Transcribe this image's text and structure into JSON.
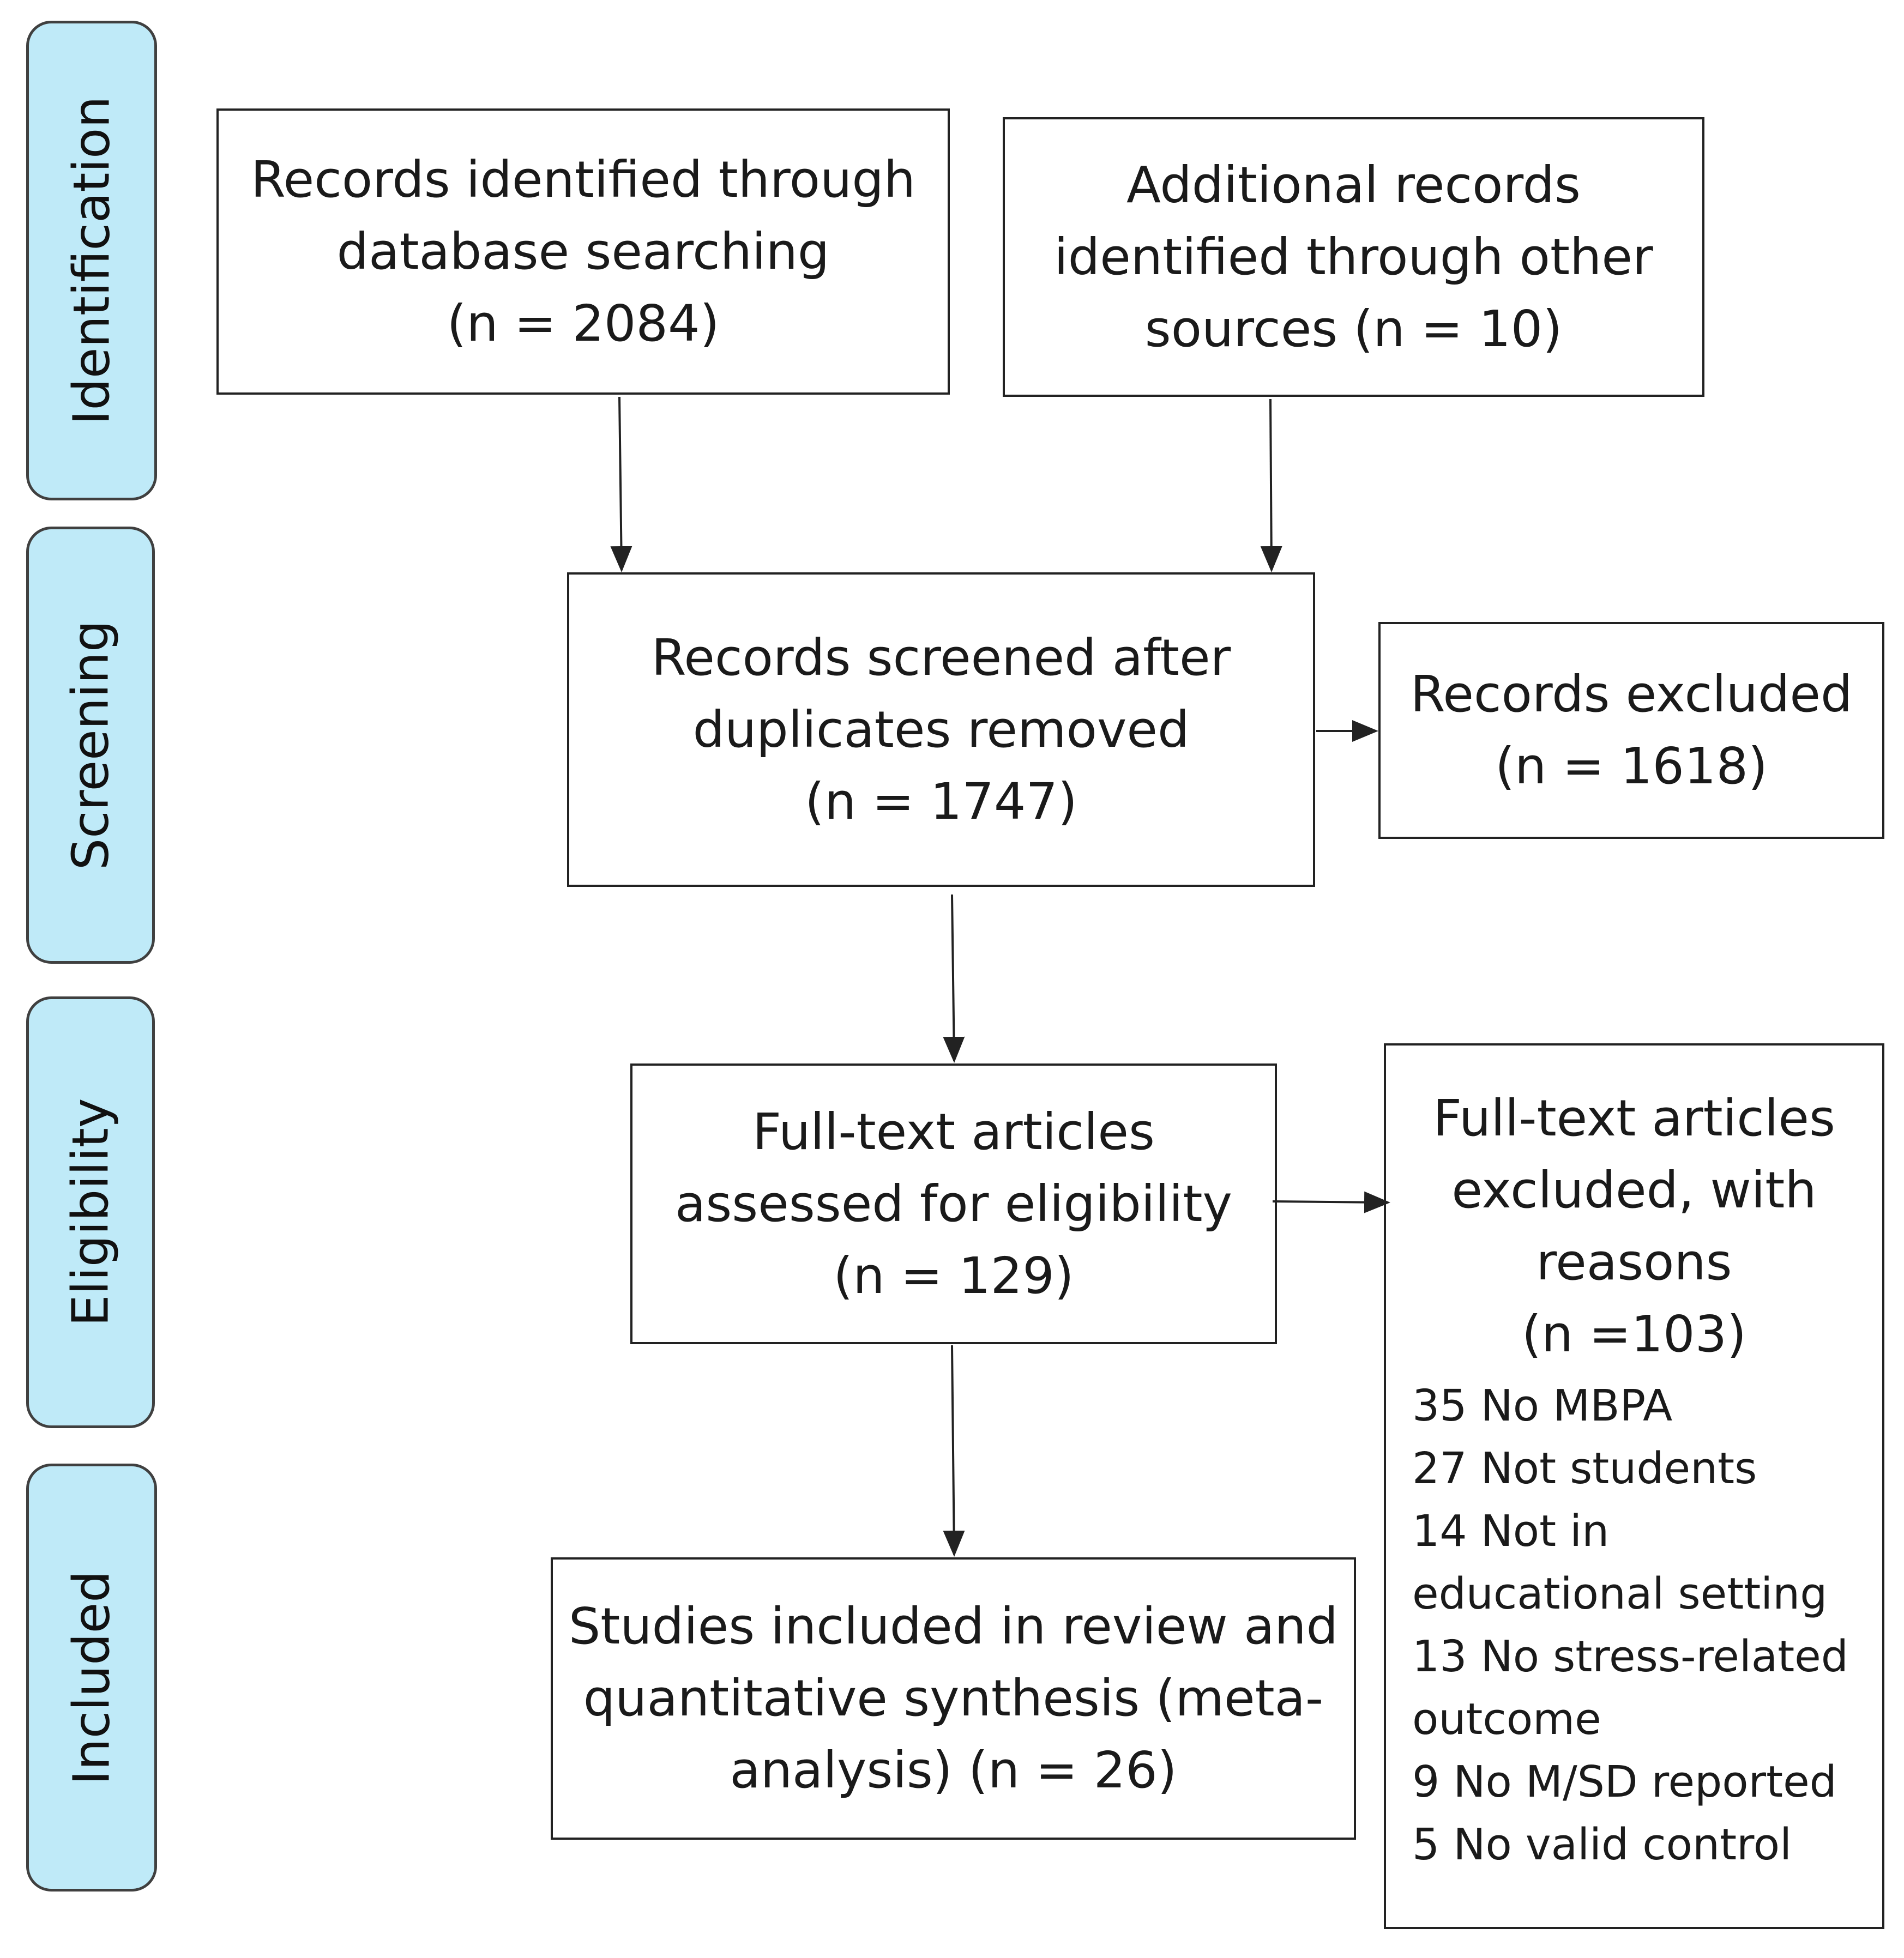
{
  "stages": {
    "identification": "Identification",
    "screening": "Screening",
    "eligibility": "Eligibility",
    "included": "Included"
  },
  "boxes": {
    "database_records": {
      "lines": [
        "Records identified through",
        "database searching",
        "(n = 2084)"
      ],
      "n": 2084
    },
    "other_sources": {
      "lines": [
        "Additional records",
        "identified through other",
        "sources (n = 10)"
      ],
      "n": 10
    },
    "screened": {
      "lines": [
        "Records screened after",
        "duplicates removed",
        "(n = 1747)"
      ],
      "n": 1747
    },
    "records_excluded": {
      "lines": [
        "Records excluded",
        "(n = 1618)"
      ],
      "n": 1618
    },
    "full_text_assessed": {
      "lines": [
        "Full-text articles",
        "assessed for eligibility",
        "(n = 129)"
      ],
      "n": 129
    },
    "full_text_excluded": {
      "lines": [
        "Full-text articles",
        "excluded, with",
        "reasons",
        "(n =103)"
      ],
      "n": 103,
      "reasons": [
        "35 No MBPA",
        "27 Not students",
        "14 Not in",
        "educational setting",
        "13 No stress-related",
        "outcome",
        "9 No M/SD reported",
        "5 No valid control"
      ]
    },
    "included_studies": {
      "lines": [
        "Studies included in review and",
        "quantitative synthesis (meta-",
        "analysis) (n = 26)"
      ],
      "n": 26
    }
  },
  "colors": {
    "stage_fill": "#bfeaf8",
    "stage_border": "#404040",
    "box_border": "#222222",
    "arrow": "#222222"
  }
}
